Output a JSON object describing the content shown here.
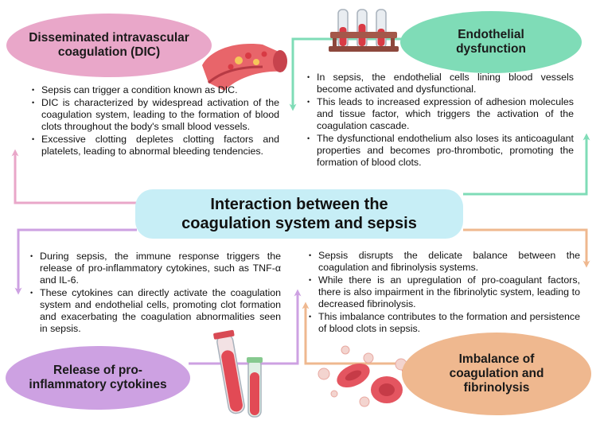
{
  "title": {
    "line1": "Interaction between the",
    "line2": "coagulation system and sepsis"
  },
  "sections": {
    "dic": {
      "title_line1": "Disseminated intravascular",
      "title_line2": "coagulation (DIC)",
      "color": "#e9a7c9",
      "bullets": [
        "Sepsis can trigger a condition known as DIC.",
        "DIC is characterized by widespread activation of the coagulation system, leading to the formation of blood clots throughout the body's small blood vessels.",
        "Excessive clotting depletes clotting factors and platelets, leading to abnormal bleeding tendencies."
      ]
    },
    "endothelial": {
      "title_line1": "Endothelial",
      "title_line2": "dysfunction",
      "color": "#7fdcb7",
      "bullets": [
        "In sepsis, the endothelial cells lining blood vessels become activated and dysfunctional.",
        "This leads to increased expression of adhesion molecules and tissue factor, which triggers the activation of the coagulation cascade.",
        "The dysfunctional endothelium also loses its anticoagulant properties and becomes pro-thrombotic, promoting the formation of blood clots."
      ]
    },
    "cytokines": {
      "title_line1": "Release of pro-",
      "title_line2": "inflammatory cytokines",
      "color": "#cda1e2",
      "bullets": [
        "During sepsis, the immune response triggers the release of pro-inflammatory cytokines, such as TNF-α and IL-6.",
        "These cytokines can directly activate the coagulation system and endothelial cells, promoting clot formation and exacerbating the coagulation abnormalities seen in sepsis."
      ]
    },
    "fibrinolysis": {
      "title_line1": "Imbalance of",
      "title_line2": "coagulation and",
      "title_line3": "fibrinolysis",
      "color": "#efb88f",
      "bullets": [
        "Sepsis disrupts the delicate balance between the coagulation and fibrinolysis systems.",
        "While there is an upregulation of pro-coagulant factors, there is also impairment in the fibrinolytic system, leading to decreased fibrinolysis.",
        "This imbalance contributes to the formation and persistence of blood clots in sepsis."
      ]
    }
  },
  "colors": {
    "center": "#c7eef6",
    "pink": "#e9a7c9",
    "green": "#7fdcb7",
    "purple": "#cda1e2",
    "orange": "#efb88f"
  },
  "icons": [
    "blood-vessel-icon",
    "test-tube-rack-icon",
    "test-tubes-icon",
    "blood-cells-icon"
  ]
}
